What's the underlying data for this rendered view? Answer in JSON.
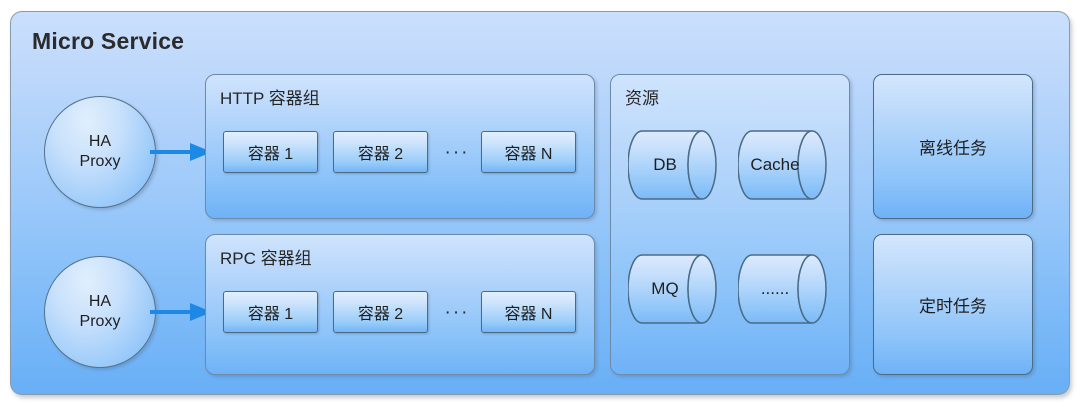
{
  "diagram": {
    "title": "Micro Service",
    "groups": {
      "http": {
        "label": "HTTP 容器组",
        "containers": [
          "容器 1",
          "容器 2",
          "容器 N"
        ],
        "ellipsis": "···"
      },
      "rpc": {
        "label": "RPC 容器组",
        "containers": [
          "容器 1",
          "容器 2",
          "容器 N"
        ],
        "ellipsis": "···"
      },
      "resource": {
        "label": "资源",
        "nodes": [
          "DB",
          "Cache",
          "MQ",
          "......"
        ]
      }
    },
    "proxies": [
      {
        "line1": "HA",
        "line2": "Proxy"
      },
      {
        "line1": "HA",
        "line2": "Proxy"
      }
    ],
    "tasks": [
      "离线任务",
      "定时任务"
    ],
    "colors": {
      "panel_fill_top": "#cadffc",
      "panel_fill_bottom": "#68aff6",
      "panel_border": "#8a9aa8",
      "box_border": "#4a6b86",
      "arrow": "#1e88e5",
      "text": "#1f1f1f",
      "title_text": "#2b2b2b"
    }
  }
}
